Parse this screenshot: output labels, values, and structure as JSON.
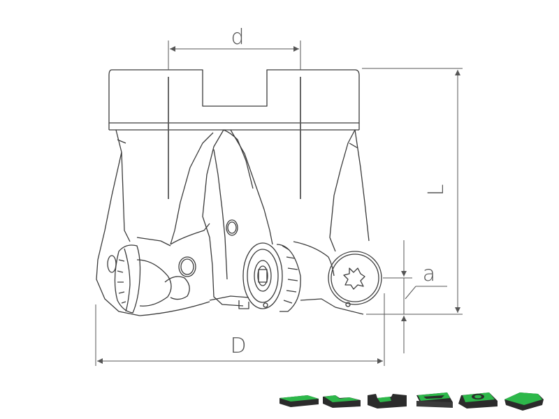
{
  "drawing": {
    "dimensions": {
      "d": "d",
      "L": "L",
      "a": "a",
      "D": "D"
    },
    "colors": {
      "line": "#3a3a3a",
      "dim_line": "#555555",
      "insert_green": "#2db84a",
      "insert_dark": "#2b2b2b"
    }
  },
  "insert_thumbnails": [
    {
      "icon": "insert-shape-1-icon"
    },
    {
      "icon": "insert-shape-2-icon"
    },
    {
      "icon": "insert-shape-3-icon"
    },
    {
      "icon": "insert-shape-4-icon"
    },
    {
      "icon": "insert-shape-5-icon"
    },
    {
      "icon": "insert-shape-6-icon"
    }
  ]
}
